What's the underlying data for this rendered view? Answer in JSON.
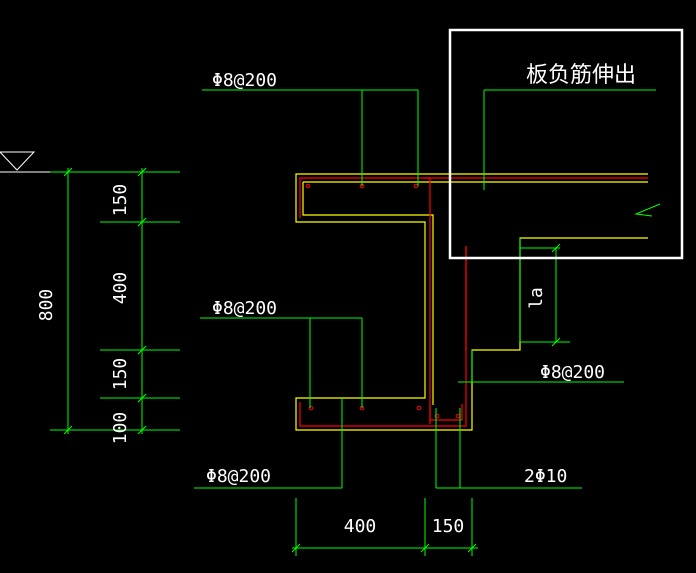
{
  "labels": {
    "rebar_top": "Φ8@200",
    "rebar_mid": "Φ8@200",
    "rebar_right": "Φ8@200",
    "rebar_bottom": "Φ8@200",
    "bars_corner": "2Φ10",
    "anchor_length": "la",
    "note": "板负筋伸出"
  },
  "dimensions": {
    "vertical_total": "800",
    "vertical_segments": [
      "150",
      "400",
      "150",
      "100"
    ],
    "horizontal_segments": [
      "400",
      "150"
    ]
  },
  "colors": {
    "background": "#000000",
    "dimension": "#00ff00",
    "outline": "#ffff00",
    "rebar": "#ff0000",
    "text": "#ffffff",
    "frame": "#ffffff"
  }
}
